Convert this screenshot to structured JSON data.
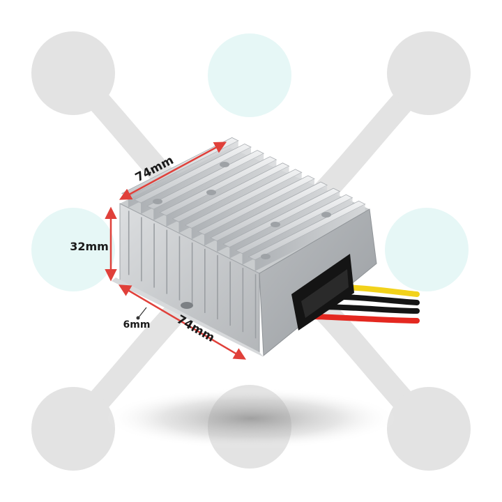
{
  "dimensions": {
    "length_top": "74mm",
    "height_left": "32mm",
    "length_bottom": "74mm",
    "hole_diameter": "6mm"
  },
  "colors": {
    "background": "#ffffff",
    "decor_circle_grey": "#e3e3e3",
    "decor_circle_cyan": "#e6f7f6",
    "dimension_arrow": "#e0403a",
    "wire_yellow": "#f2d21b",
    "wire_black": "#151515",
    "wire_red": "#e42820",
    "aluminium": "#c9cccf"
  },
  "icons": {
    "product": "dc-converter-module-heatsink",
    "hole_marker": "mounting-hole-dot"
  }
}
